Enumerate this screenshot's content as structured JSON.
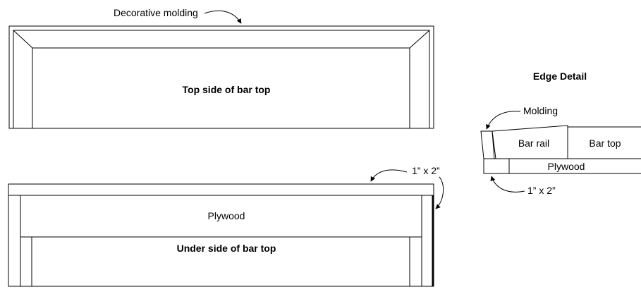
{
  "labels": {
    "decorative_molding": "Decorative molding",
    "top_side": "Top side of bar top",
    "plywood_under": "Plywood",
    "under_side": "Under side of bar top",
    "one_by_two_under": "1” x 2”",
    "edge_detail_title": "Edge Detail",
    "molding": "Molding",
    "bar_rail": "Bar rail",
    "bar_top": "Bar top",
    "plywood_edge": "Plywood",
    "one_by_two_edge": "1” x 2”"
  }
}
